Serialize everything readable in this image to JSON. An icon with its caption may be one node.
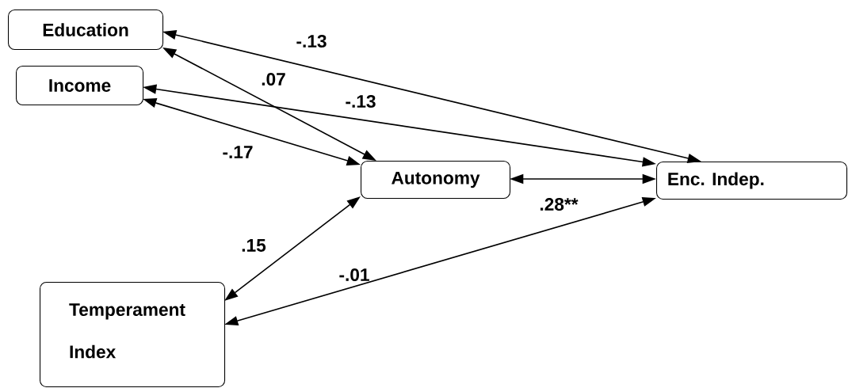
{
  "diagram": {
    "nodes": [
      {
        "text": [
          "Education"
        ]
      },
      {
        "text": [
          "Income"
        ]
      },
      {
        "text": [
          "Autonomy"
        ]
      },
      {
        "text": [
          "Enc. Indep."
        ]
      },
      {
        "text": [
          "Temperament Index"
        ]
      }
    ],
    "edges": [
      {
        "from": 0,
        "to": 3,
        "arrow": "both",
        "label": "-.13"
      },
      {
        "from": 0,
        "to": 2,
        "arrow": "both",
        "label": ".07"
      },
      {
        "from": 1,
        "to": 3,
        "arrow": "both",
        "label": "-.13"
      },
      {
        "from": 1,
        "to": 2,
        "arrow": "both",
        "label": "-.17"
      },
      {
        "from": 2,
        "to": 3,
        "arrow": "both",
        "label": ".28**"
      },
      {
        "from": 4,
        "to": 2,
        "arrow": "both",
        "label": ".15"
      },
      {
        "from": 4,
        "to": 3,
        "arrow": "both",
        "label": "-.01"
      }
    ]
  }
}
